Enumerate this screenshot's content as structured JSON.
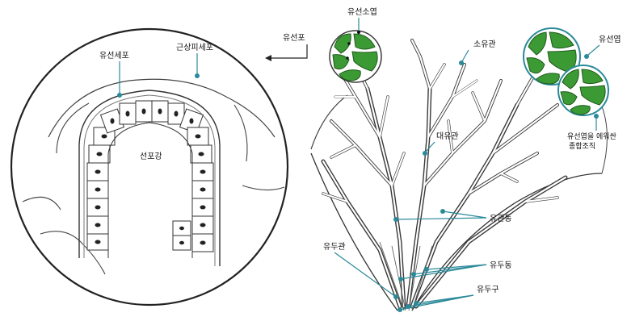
{
  "labels": {
    "alveolar_cell": "유선세포",
    "myoepithelial_cell": "근상피세포",
    "alveolar_lumen": "선포강",
    "alveolus": "유선포",
    "lobule": "유선소엽",
    "small_duct": "소유관",
    "lobe": "유선엽",
    "large_duct": "대유관",
    "connective_tissue": "유선엽을 에워싼\n종합조직",
    "lactiferous_duct": "유두관",
    "lactiferous_sinus": "유관동",
    "nipple_sinus": "유두동",
    "nipple_pore": "유두구"
  },
  "colors": {
    "leader": "#2b8a9a",
    "lobule_green": "#3c9a35",
    "outline": "#333333"
  }
}
